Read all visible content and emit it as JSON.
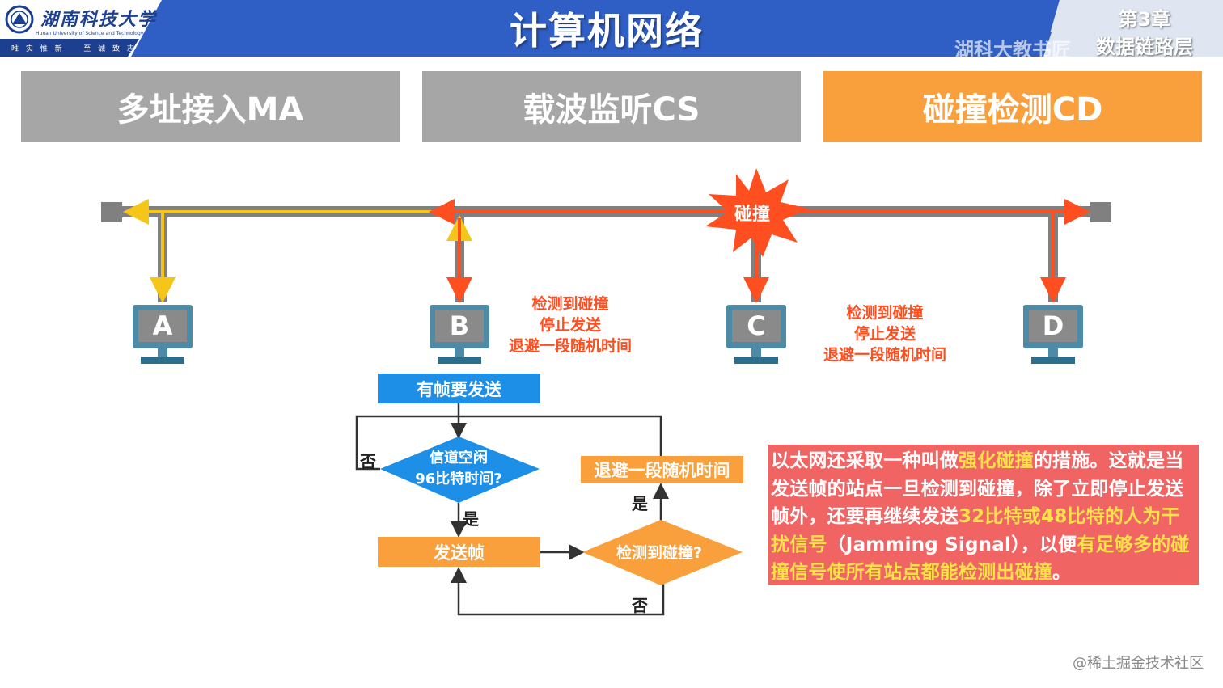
{
  "header": {
    "university_name": "湖南科技大学",
    "university_en": "Hunan University of Science and Technology",
    "motto": "唯 实 惟 新 　 至 诚 致 志",
    "title": "计算机网络",
    "chapter": "第3章",
    "chapter_subtitle": "数据链路层",
    "watermark": "湖科大教书匠"
  },
  "tabs": [
    {
      "label": "多址接入MA",
      "state": "inactive"
    },
    {
      "label": "载波监听CS",
      "state": "inactive"
    },
    {
      "label": "碰撞检测CD",
      "state": "active"
    }
  ],
  "bus": {
    "collision_label": "碰撞",
    "stations": [
      "A",
      "B",
      "C",
      "D"
    ]
  },
  "notes": {
    "b": [
      "检测到碰撞",
      "停止发送",
      "退避一段随机时间"
    ],
    "c": [
      "检测到碰撞",
      "停止发送",
      "退避一段随机时间"
    ]
  },
  "flowchart": {
    "start": "有帧要发送",
    "channel_check_line1": "信道空闲",
    "channel_check_line2": "96比特时间?",
    "send": "发送帧",
    "collision_check": "检测到碰撞?",
    "backoff": "退避一段随机时间",
    "no_label_left": "否",
    "yes_label_down": "是",
    "yes_label_backoff": "是",
    "no_label_bottom": "否"
  },
  "info_box": {
    "segments": [
      {
        "text": "以太网还采取一种叫做",
        "highlight": false
      },
      {
        "text": "强化碰撞",
        "highlight": true
      },
      {
        "text": "的措施。这就是当发送帧的站点一旦检测到碰撞，除了立即停止发送帧外，还要再继续发送",
        "highlight": false
      },
      {
        "text": "32比特或48比特的人为干扰信号",
        "highlight": true
      },
      {
        "text": "（Jamming Signal），以便",
        "highlight": false
      },
      {
        "text": "有足够多的碰撞信号使所有站点都能检测出碰撞",
        "highlight": true
      },
      {
        "text": "。",
        "highlight": false
      }
    ]
  },
  "footer": "@稀土掘金技术社区",
  "colors": {
    "header_blue": "#2f5fc4",
    "tab_grey": "#a6a6a6",
    "tab_orange": "#f9a03c",
    "bus_grey": "#808080",
    "signal_yellow": "#f5c518",
    "signal_red": "#ff4e1f",
    "flow_blue": "#1e8fe6",
    "flow_orange": "#f9a03c",
    "info_red": "#f06464",
    "highlight_yellow": "#ffe24a"
  }
}
